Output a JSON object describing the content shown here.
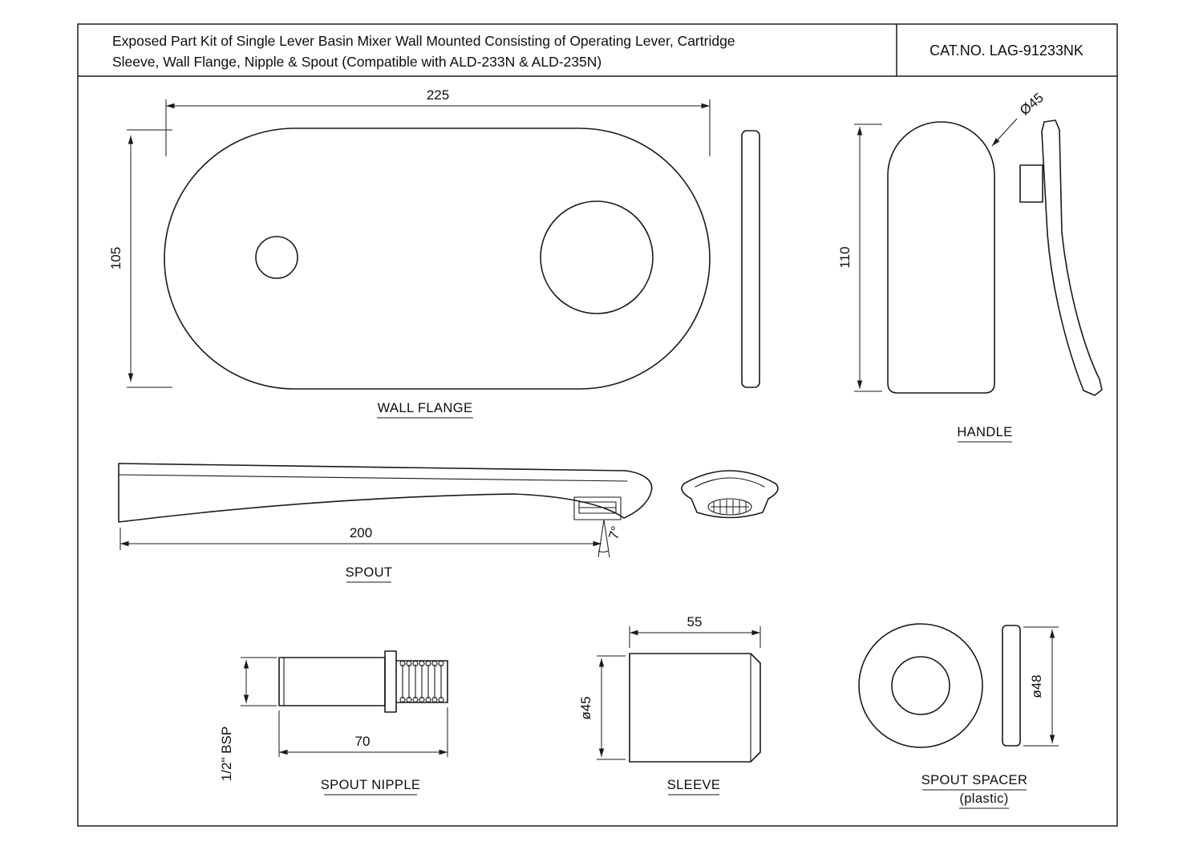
{
  "title_block": {
    "description_line1": "Exposed Part Kit of Single Lever Basin Mixer Wall Mounted Consisting of Operating Lever, Cartridge",
    "description_line2": "Sleeve, Wall Flange, Nipple & Spout (Compatible with ALD-233N & ALD-235N)",
    "cat_no": "CAT.NO. LAG-91233NK"
  },
  "views": {
    "wall_flange": {
      "label": "WALL FLANGE",
      "dim_width": "225",
      "dim_height": "105"
    },
    "handle": {
      "label": "HANDLE",
      "dim_height": "110",
      "dim_diameter": "Ø45"
    },
    "spout": {
      "label": "SPOUT",
      "dim_length": "200",
      "dim_angle": "7°"
    },
    "spout_nipple": {
      "label": "SPOUT NIPPLE",
      "dim_length": "70",
      "dim_thread": "1/2\" BSP"
    },
    "sleeve": {
      "label": "SLEEVE",
      "dim_length": "55",
      "dim_diameter": "ø45"
    },
    "spout_spacer": {
      "label": "SPOUT SPACER",
      "sub_label": "(plastic)",
      "dim_diameter": "ø48"
    }
  }
}
